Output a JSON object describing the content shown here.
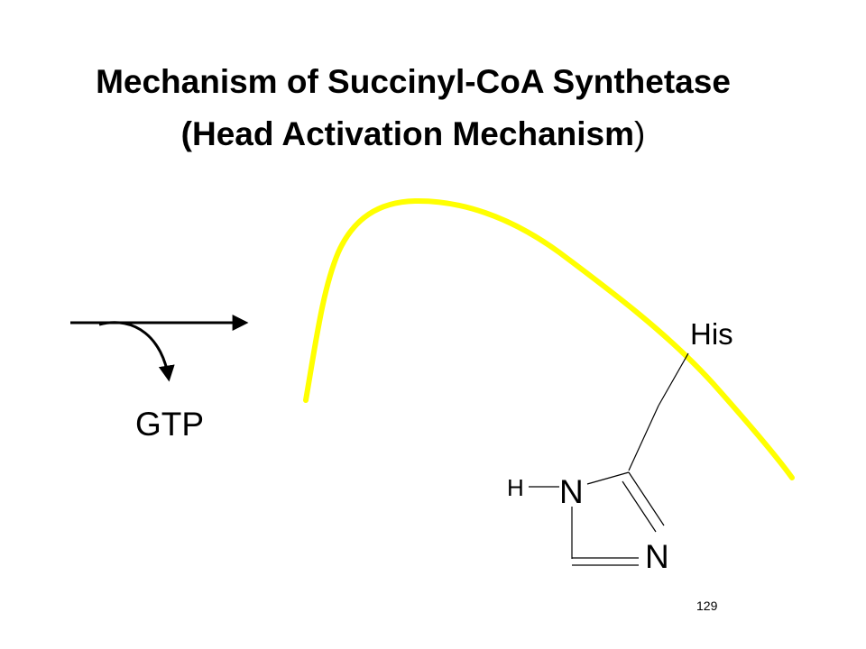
{
  "slide": {
    "title_line1": "Mechanism of Succinyl-CoA Synthetase",
    "title_line2_open": "(",
    "title_line2_text": "Head Activation Mechanism",
    "title_line2_close": ")",
    "slide_number": "129"
  },
  "diagram": {
    "cofactor_label": "GTP",
    "residue_label": "His",
    "ring_n1_label": "N",
    "ring_n3_label": "N",
    "hydrogen_label": "H",
    "enzyme_outline_color": "#ffff00",
    "ink_color": "#000000"
  }
}
